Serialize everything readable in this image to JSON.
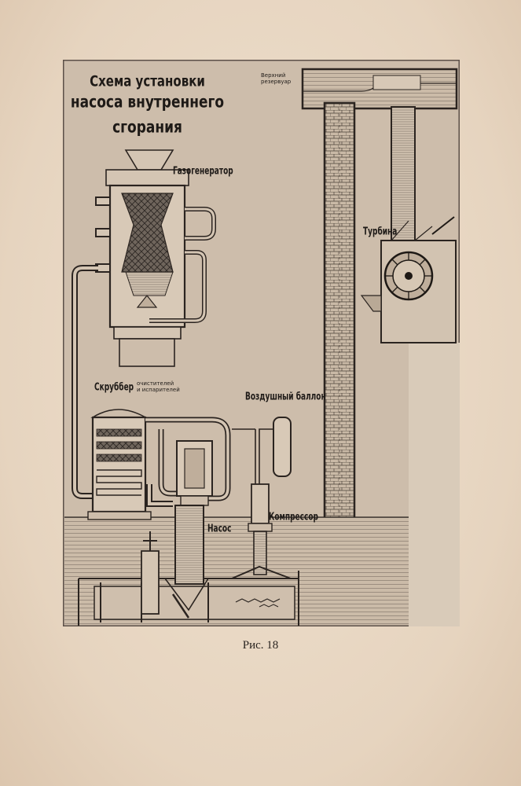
{
  "diagram": {
    "title_lines": [
      "Схема установки",
      "насоса внутреннего",
      "сгорания"
    ],
    "labels": {
      "gas_generator": "Газогенератор",
      "upper_reservoir": [
        "Верхний",
        "резервуар"
      ],
      "turbine": "Турбина",
      "scrubber": "Скруббер",
      "scrubber_note": [
        "очистителей",
        "и испарителей"
      ],
      "air_balloon": "Воздушный баллон",
      "pump": "Насос",
      "compressor": "Компрессор"
    }
  },
  "caption": "Рис. 18"
}
